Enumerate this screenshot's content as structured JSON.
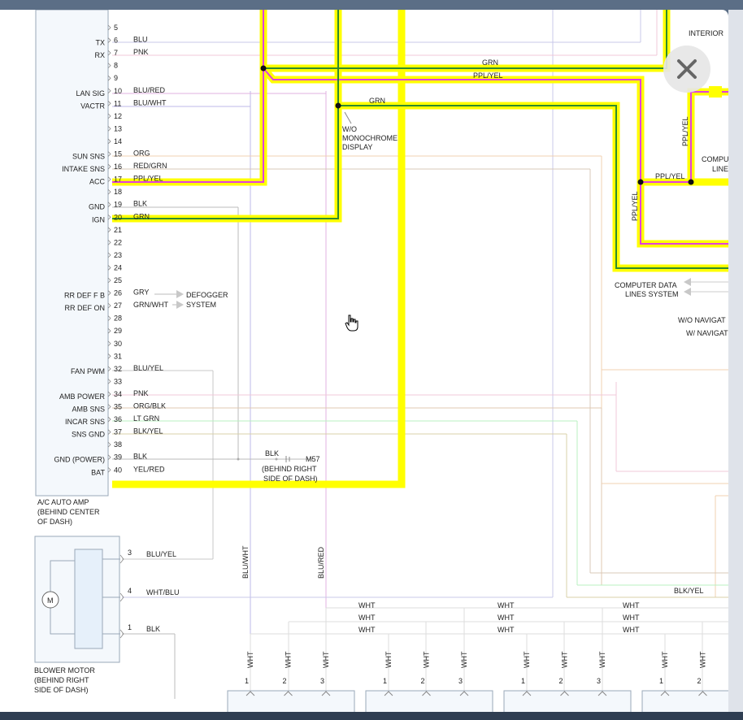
{
  "amp": {
    "title": [
      "A/C AUTO AMP",
      "(BEHIND CENTER",
      "OF DASH)"
    ],
    "pins": [
      {
        "n": "5",
        "sig": "",
        "wire": ""
      },
      {
        "n": "6",
        "sig": "TX",
        "wire": "BLU"
      },
      {
        "n": "7",
        "sig": "RX",
        "wire": "PNK"
      },
      {
        "n": "8",
        "sig": "",
        "wire": ""
      },
      {
        "n": "9",
        "sig": "",
        "wire": ""
      },
      {
        "n": "10",
        "sig": "LAN SIG",
        "wire": "BLU/RED"
      },
      {
        "n": "11",
        "sig": "VACTR",
        "wire": "BLU/WHT"
      },
      {
        "n": "12",
        "sig": "",
        "wire": ""
      },
      {
        "n": "13",
        "sig": "",
        "wire": ""
      },
      {
        "n": "14",
        "sig": "",
        "wire": ""
      },
      {
        "n": "15",
        "sig": "SUN SNS",
        "wire": "ORG"
      },
      {
        "n": "16",
        "sig": "INTAKE SNS",
        "wire": "RED/GRN"
      },
      {
        "n": "17",
        "sig": "ACC",
        "wire": "PPL/YEL"
      },
      {
        "n": "18",
        "sig": "",
        "wire": ""
      },
      {
        "n": "19",
        "sig": "GND",
        "wire": "BLK"
      },
      {
        "n": "20",
        "sig": "IGN",
        "wire": "GRN"
      },
      {
        "n": "21",
        "sig": "",
        "wire": ""
      },
      {
        "n": "22",
        "sig": "",
        "wire": ""
      },
      {
        "n": "23",
        "sig": "",
        "wire": ""
      },
      {
        "n": "24",
        "sig": "",
        "wire": ""
      },
      {
        "n": "25",
        "sig": "",
        "wire": ""
      },
      {
        "n": "26",
        "sig": "RR DEF F B",
        "wire": "GRY"
      },
      {
        "n": "27",
        "sig": "RR DEF ON",
        "wire": "GRN/WHT"
      },
      {
        "n": "28",
        "sig": "",
        "wire": ""
      },
      {
        "n": "29",
        "sig": "",
        "wire": ""
      },
      {
        "n": "30",
        "sig": "",
        "wire": ""
      },
      {
        "n": "31",
        "sig": "",
        "wire": ""
      },
      {
        "n": "32",
        "sig": "FAN PWM",
        "wire": "BLU/YEL"
      },
      {
        "n": "33",
        "sig": "",
        "wire": ""
      },
      {
        "n": "34",
        "sig": "AMB POWER",
        "wire": "PNK"
      },
      {
        "n": "35",
        "sig": "AMB SNS",
        "wire": "ORG/BLK"
      },
      {
        "n": "36",
        "sig": "INCAR SNS",
        "wire": "LT GRN"
      },
      {
        "n": "37",
        "sig": "SNS GND",
        "wire": "BLK/YEL"
      },
      {
        "n": "38",
        "sig": "",
        "wire": ""
      },
      {
        "n": "39",
        "sig": "GND (POWER)",
        "wire": "BLK"
      },
      {
        "n": "40",
        "sig": "BAT",
        "wire": "YEL/RED"
      }
    ]
  },
  "labels": {
    "grn_top": "GRN",
    "pplyel_top": "PPL/YEL",
    "grn_mid": "GRN",
    "wo_mono": [
      "W/O",
      "MONOCHROME",
      "DISPLAY"
    ],
    "defogger": [
      "DEFOGGER",
      "SYSTEM"
    ],
    "blk_ground": "BLK",
    "m57": "M57",
    "m57_loc": [
      "(BEHIND RIGHT",
      "SIDE OF DASH)"
    ],
    "blu_wht_vert": "BLU/WHT",
    "blu_red_vert": "BLU/RED",
    "interior": "INTERIOR",
    "compu": "COMPU",
    "lin": "LINE",
    "ppl_yel_right_a": "PPL/YEL",
    "ppl_yel_right_b": "PPL/YEL",
    "ppl_yel_vert_a": "PPL/YEL",
    "ppl_yel_vert_b": "PPL/YEL",
    "computer_data": [
      "COMPUTER DATA",
      "LINES SYSTEM"
    ],
    "wo_navi": "W/O NAVIGAT",
    "w_navi": "W/ NAVIGAT",
    "blk_yel_right": "BLK/YEL",
    "wht": "WHT"
  },
  "blower": {
    "title": [
      "BLOWER MOTOR",
      "(BEHIND RIGHT",
      "SIDE OF DASH)"
    ],
    "motor": "M",
    "pins": [
      {
        "n": "3",
        "wire": "BLU/YEL"
      },
      {
        "n": "4",
        "wire": "WHT/BLU"
      },
      {
        "n": "1",
        "wire": "BLK"
      }
    ]
  },
  "bottom_connectors": [
    {
      "pins": [
        "1",
        "2",
        "3"
      ]
    },
    {
      "pins": [
        "1",
        "2",
        "3"
      ]
    },
    {
      "pins": [
        "1",
        "2",
        "3"
      ]
    },
    {
      "pins": [
        "1",
        "2"
      ]
    }
  ],
  "colors": {
    "highlight": "#ffff00",
    "grn": "#2e8b2e",
    "ppl": "#e040e0",
    "thin_blu": "#b8b8e8",
    "thin_pnk": "#f0b8d0",
    "thin_org": "#f0d0b0",
    "thin_red_grn": "#d8c8b8",
    "thin_blk": "#bbbbbb",
    "thin_ltgrn": "#b8f0c0",
    "thin_blk_yel": "#d8d0a8",
    "thin_blu_yel": "#c8c8c8"
  }
}
